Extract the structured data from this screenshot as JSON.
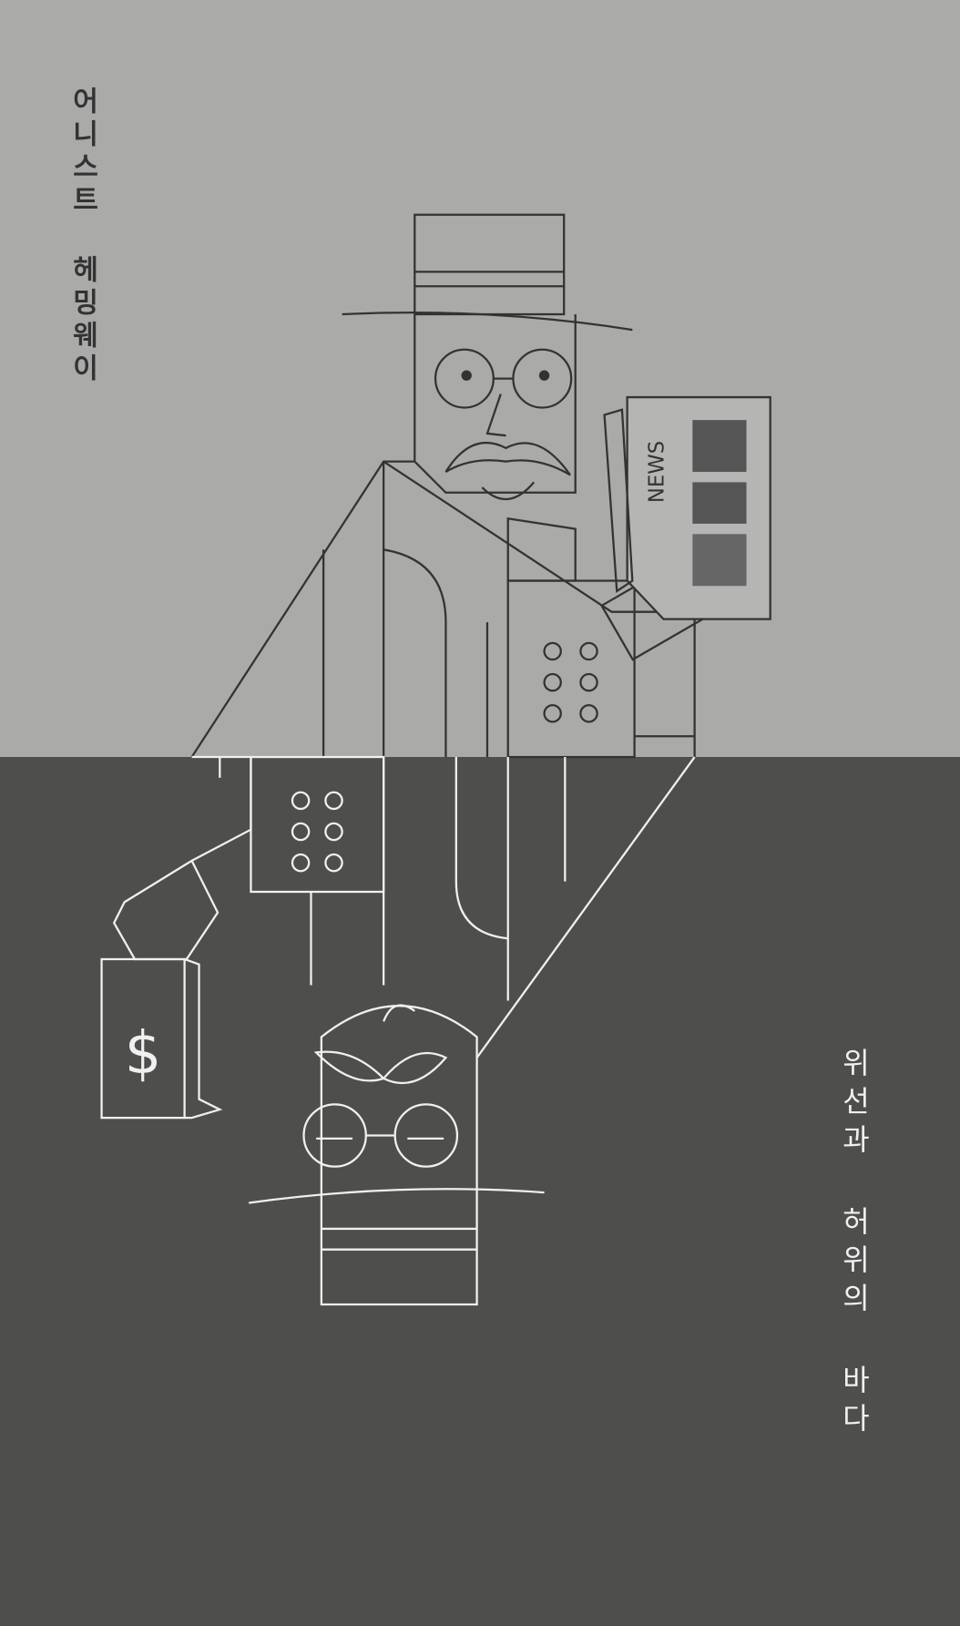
{
  "cover": {
    "author": "어니스트 헤밍웨이",
    "title": "위선과 허위의 바다",
    "newspaper_label": "NEWS",
    "money_symbol": "$"
  },
  "colors": {
    "top_background": "#aaaba9",
    "bottom_background": "#4e4e4d",
    "top_line": "#333333",
    "bottom_line": "#f0f0f0"
  }
}
